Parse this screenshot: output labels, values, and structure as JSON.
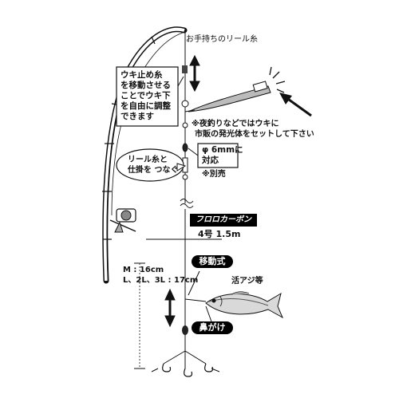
{
  "labels": {
    "main_line": "お手持ちのリール糸",
    "float_stop_note": "ウキ止め糸\nを移動させる\nことでウキ下\nを自由に調整\nできます",
    "night_note_line1": "※夜釣りなどではウキに",
    "night_note_line2": "市販の発光体をセットして下さい",
    "size_note": "φ 6mmに\n対応",
    "sold_separately": "※別売",
    "connect_note": "リール糸と\n仕掛を つなぐ",
    "leader_material": "フロロカーボン",
    "leader_spec": "4号 1.5m",
    "length_m": "M : 16cm",
    "length_l": "L、2L、3L : 17cm",
    "moving_type": "移動式",
    "live_bait": "活アジ等",
    "nose_hook": "鼻がけ"
  }
}
